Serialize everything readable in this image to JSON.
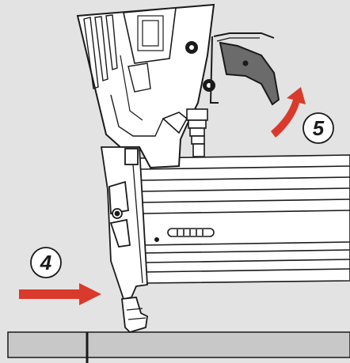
{
  "steps": [
    {
      "number": "4",
      "arrow_color": "#d93a2b"
    },
    {
      "number": "5",
      "arrow_color": "#d93a2b"
    }
  ],
  "colors": {
    "background": "#e3e3e3",
    "outline": "#1a1a1a",
    "tool_fill": "#ffffff",
    "trigger_fill": "#6b6b6b",
    "board_fill": "#c8c8c8",
    "arrow": "#d93a2b"
  },
  "icons": [
    "nail-gun-illustration",
    "workpiece-board",
    "push-arrow",
    "curved-arrow"
  ]
}
